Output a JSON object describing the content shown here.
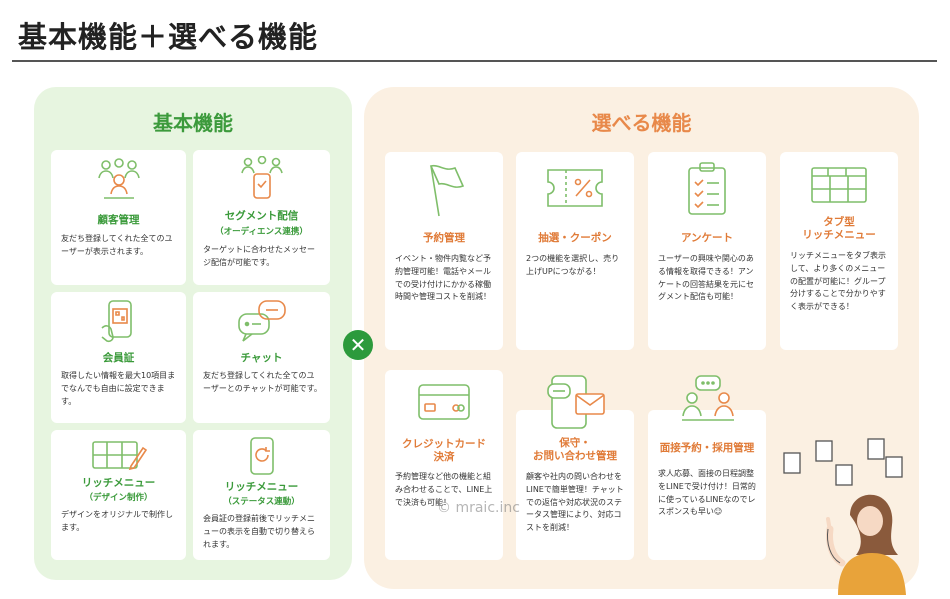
{
  "page_title": "基本機能＋選べる機能",
  "basic": {
    "heading": "基本機能",
    "cards": [
      {
        "title": "顧客管理",
        "desc": "友だち登録してくれた全てのユーザーが表示されます。"
      },
      {
        "title": "セグメント配信",
        "sub": "（オーディエンス連携）",
        "desc": "ターゲットに合わせたメッセージ配信が可能です。"
      },
      {
        "title": "会員証",
        "desc": "取得したい情報を最大10項目までなんでも自由に設定できます。"
      },
      {
        "title": "チャット",
        "desc": "友だち登録してくれた全てのユーザーとのチャットが可能です。"
      },
      {
        "title": "リッチメニュー",
        "sub": "（デザイン制作）",
        "desc": "デザインをオリジナルで制作します。"
      },
      {
        "title": "リッチメニュー",
        "sub": "（ステータス連動）",
        "desc": "会員証の登録前後でリッチメニューの表示を自動で切り替えられます。"
      }
    ]
  },
  "cross_symbol": "✕",
  "choice": {
    "heading": "選べる機能",
    "cards": [
      {
        "title": "予約管理",
        "desc": "イベント・物件内覧など予約管理可能！電話やメールでの受け付けにかかる稼働時間や管理コストを削減！"
      },
      {
        "title": "抽選・クーポン",
        "desc": "2つの機能を選択し、売り上げUPにつながる！"
      },
      {
        "title": "アンケート",
        "desc": "ユーザーの興味や関心のある情報を取得できる！アンケートの回答結果を元にセグメント配信も可能！"
      },
      {
        "title": "タブ型\nリッチメニュー",
        "desc": "リッチメニューをタブ表示して、より多くのメニューの配置が可能に！グループ分けすることで分かりやすく表示ができる！"
      },
      {
        "title": "クレジットカード\n決済",
        "desc": "予約管理など他の機能と組み合わせることで、LINE上で決済も可能！"
      },
      {
        "title": "保守・\nお問い合わせ管理",
        "desc": "顧客や社内の問い合わせをLINEで簡単管理！チャットでの返信や対応状況のステータス管理により、対応コストを削減！"
      },
      {
        "title": "面接予約・採用管理",
        "desc": "求人応募、面接の日程調整をLINEで受け付け！日常的に使っているLINEなのでレスポンスも早い☺"
      }
    ]
  },
  "watermark": "© mraic.inc",
  "colors": {
    "green": "#3a9a3a",
    "orange": "#e07b38",
    "basic_bg": "#e7f5e0",
    "choice_bg": "#fbf0e2"
  },
  "icons": [
    "people-icon",
    "segment-icon",
    "member-card-icon",
    "chat-icon",
    "rich-menu-design-icon",
    "rich-menu-status-icon",
    "flag-icon",
    "coupon-icon",
    "clipboard-icon",
    "tab-menu-icon",
    "credit-card-icon",
    "support-phone-icon",
    "interview-icon"
  ]
}
